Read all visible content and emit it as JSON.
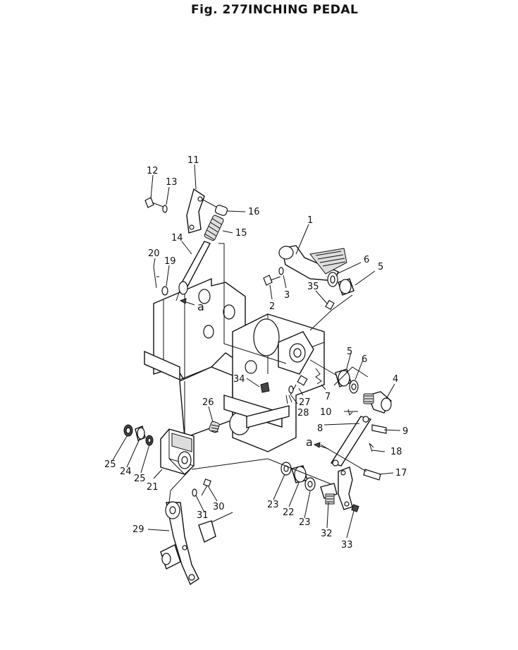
{
  "header": {
    "fig_number": "Fig. 277",
    "fig_title": "INCHING PEDAL"
  },
  "callouts": {
    "c1": "1",
    "c2": "2",
    "c3": "3",
    "c4": "4",
    "c5a": "5",
    "c5b": "5",
    "c6a": "6",
    "c6b": "6",
    "c7": "7",
    "c8": "8",
    "c9": "9",
    "c10": "10",
    "c11": "11",
    "c12": "12",
    "c13": "13",
    "c14": "14",
    "c15": "15",
    "c16": "16",
    "c17": "17",
    "c18": "18",
    "c19": "19",
    "c20": "20",
    "c21": "21",
    "c22": "22",
    "c23a": "23",
    "c23b": "23",
    "c24": "24",
    "c25a": "25",
    "c25b": "25",
    "c26": "26",
    "c27": "27",
    "c28": "28",
    "c29": "29",
    "c30": "30",
    "c31": "31",
    "c32": "32",
    "c33": "33",
    "c34": "34",
    "c35": "35",
    "ref_a1": "a",
    "ref_a2": "a"
  }
}
